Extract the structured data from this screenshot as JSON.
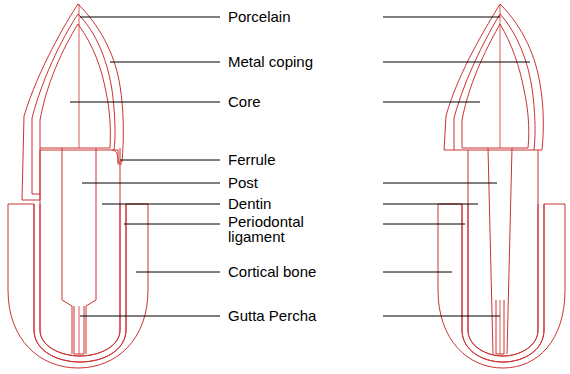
{
  "diagram": {
    "labels": [
      "Porcelain",
      "Metal coping",
      "Core",
      "Ferrule",
      "Post",
      "Dentin",
      "Periodontal ligament",
      "Cortical bone",
      "Gutta Percha"
    ]
  }
}
